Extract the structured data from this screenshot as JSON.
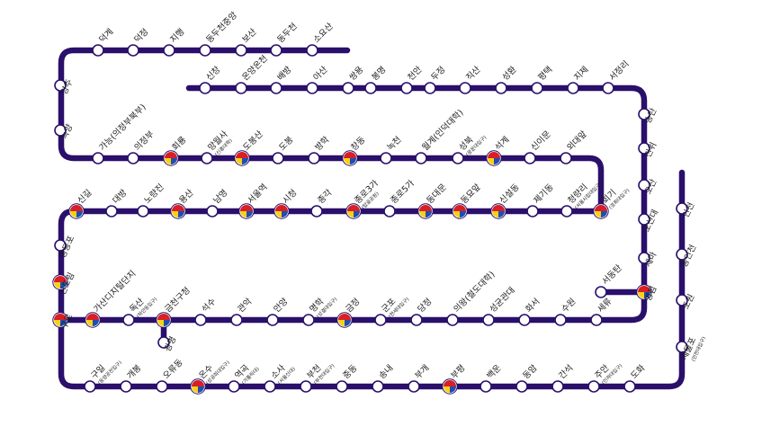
{
  "colors": {
    "line": "#2a0f6b",
    "station_fill": "#ffffff",
    "transfer_red": "#d81f26",
    "transfer_yellow": "#f7d117",
    "transfer_blue": "#1d4fb0"
  },
  "stations": [
    {
      "id": "s1",
      "label": "덕계"
    },
    {
      "id": "s2",
      "label": "덕정"
    },
    {
      "id": "s3",
      "label": "지행"
    },
    {
      "id": "s4",
      "label": "동두천중앙"
    },
    {
      "id": "s5",
      "label": "보산"
    },
    {
      "id": "s6",
      "label": "동두천"
    },
    {
      "id": "s7",
      "label": "소요산"
    },
    {
      "id": "s8",
      "label": "양주"
    },
    {
      "id": "s9",
      "label": "녹양"
    },
    {
      "id": "s10",
      "label": "신창"
    },
    {
      "id": "s11",
      "label": "온양온천"
    },
    {
      "id": "s12",
      "label": "배방"
    },
    {
      "id": "s13",
      "label": "아산"
    },
    {
      "id": "s14",
      "label": "쌍용"
    },
    {
      "id": "s15",
      "label": "봉명"
    },
    {
      "id": "s16",
      "label": "천안"
    },
    {
      "id": "s17",
      "label": "두정"
    },
    {
      "id": "s18",
      "label": "직산"
    },
    {
      "id": "s19",
      "label": "성환"
    },
    {
      "id": "s20",
      "label": "평택"
    },
    {
      "id": "s21",
      "label": "지제"
    },
    {
      "id": "s22",
      "label": "서정리"
    },
    {
      "id": "s23",
      "label": "가능(의정부북부)"
    },
    {
      "id": "s24",
      "label": "의정부"
    },
    {
      "id": "s25",
      "label": "회룡"
    },
    {
      "id": "s26",
      "label": "망월사",
      "sub": "(신흥대학)"
    },
    {
      "id": "s27",
      "label": "도봉산"
    },
    {
      "id": "s28",
      "label": "도봉"
    },
    {
      "id": "s29",
      "label": "방학"
    },
    {
      "id": "s30",
      "label": "창동"
    },
    {
      "id": "s31",
      "label": "녹천"
    },
    {
      "id": "s32",
      "label": "월계(인덕대학)"
    },
    {
      "id": "s33",
      "label": "성북",
      "sub": "(광운대입구)"
    },
    {
      "id": "s34",
      "label": "석계"
    },
    {
      "id": "s35",
      "label": "신이문"
    },
    {
      "id": "s36",
      "label": "외대앞"
    },
    {
      "id": "s37",
      "label": "송탄"
    },
    {
      "id": "s38",
      "label": "진위"
    },
    {
      "id": "s39",
      "label": "오산"
    },
    {
      "id": "s40",
      "label": "오산대"
    },
    {
      "id": "s41",
      "label": "세마"
    },
    {
      "id": "s42",
      "label": "병점"
    },
    {
      "id": "s43",
      "label": "서동탄"
    },
    {
      "id": "s44",
      "label": "신길"
    },
    {
      "id": "s45",
      "label": "대방"
    },
    {
      "id": "s46",
      "label": "노량진"
    },
    {
      "id": "s47",
      "label": "용산"
    },
    {
      "id": "s48",
      "label": "남영"
    },
    {
      "id": "s49",
      "label": "서울역"
    },
    {
      "id": "s50",
      "label": "시청"
    },
    {
      "id": "s51",
      "label": "종각"
    },
    {
      "id": "s52",
      "label": "종로3가",
      "sub": "(탑골공원)"
    },
    {
      "id": "s53",
      "label": "종로5가"
    },
    {
      "id": "s54",
      "label": "동대문"
    },
    {
      "id": "s55",
      "label": "동묘앞"
    },
    {
      "id": "s56",
      "label": "신설동"
    },
    {
      "id": "s57",
      "label": "제기동"
    },
    {
      "id": "s58",
      "label": "청량리",
      "sub": "(서울시립대입구)"
    },
    {
      "id": "s59",
      "label": "회기",
      "sub": "(경희대입구)"
    },
    {
      "id": "s60",
      "label": "영등포"
    },
    {
      "id": "s61",
      "label": "신도림"
    },
    {
      "id": "s62",
      "label": "구로"
    },
    {
      "id": "s63",
      "label": "가산디지털단지"
    },
    {
      "id": "s64",
      "label": "독산",
      "sub": "(하안동입구)"
    },
    {
      "id": "s65",
      "label": "금천구청"
    },
    {
      "id": "s66",
      "label": "석수"
    },
    {
      "id": "s67",
      "label": "관악"
    },
    {
      "id": "s68",
      "label": "안양"
    },
    {
      "id": "s69",
      "label": "명학",
      "sub": "(성결대입구)"
    },
    {
      "id": "s70",
      "label": "금정"
    },
    {
      "id": "s71",
      "label": "군포",
      "sub": "(한세대입구)"
    },
    {
      "id": "s72",
      "label": "당정"
    },
    {
      "id": "s73",
      "label": "의왕(철도대학)"
    },
    {
      "id": "s74",
      "label": "성균관대"
    },
    {
      "id": "s75",
      "label": "화서"
    },
    {
      "id": "s76",
      "label": "수원"
    },
    {
      "id": "s77",
      "label": "세류"
    },
    {
      "id": "s78",
      "label": "광명"
    },
    {
      "id": "s79",
      "label": "인천"
    },
    {
      "id": "s80",
      "label": "동인천"
    },
    {
      "id": "s81",
      "label": "도원"
    },
    {
      "id": "s82",
      "label": "제물포",
      "sub": "(인천대입구)"
    },
    {
      "id": "s83",
      "label": "구일",
      "sub": "(동양공전입구)"
    },
    {
      "id": "s84",
      "label": "개봉"
    },
    {
      "id": "s85",
      "label": "오류동"
    },
    {
      "id": "s86",
      "label": "온수",
      "sub": "(성공회대입구)"
    },
    {
      "id": "s87",
      "label": "역곡",
      "sub": "(가톨릭대)"
    },
    {
      "id": "s88",
      "label": "소사",
      "sub": "(서울신대)"
    },
    {
      "id": "s89",
      "label": "부천",
      "sub": "(부천대입구)"
    },
    {
      "id": "s90",
      "label": "중동"
    },
    {
      "id": "s91",
      "label": "송내"
    },
    {
      "id": "s92",
      "label": "부개"
    },
    {
      "id": "s93",
      "label": "부평"
    },
    {
      "id": "s94",
      "label": "백운"
    },
    {
      "id": "s95",
      "label": "동암"
    },
    {
      "id": "s96",
      "label": "간석"
    },
    {
      "id": "s97",
      "label": "주안",
      "sub": "(인하대입구)"
    },
    {
      "id": "s98",
      "label": "도화"
    }
  ]
}
